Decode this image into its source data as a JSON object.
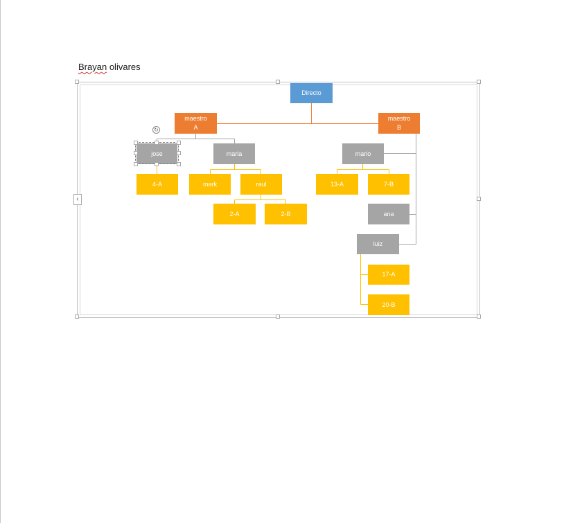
{
  "document": {
    "heading_text": "Brayan olivares"
  },
  "org_chart": {
    "root": "Directo",
    "maestro_a": [
      "maestro",
      "A"
    ],
    "maestro_b": [
      "maestro",
      "B"
    ],
    "jose": "jose",
    "jose_child": "4-A",
    "maria": "maria",
    "mark": "mark",
    "raul": "raul",
    "raul_child_1": "2-A",
    "raul_child_2": "2-B",
    "mario": "mario",
    "mario_child_1": "13-A",
    "mario_child_2": "7-B",
    "ana": "ana",
    "luiz": "luiz",
    "luiz_child_1": "17-A",
    "luiz_child_2": "20-B"
  },
  "colors": {
    "root": "#5b9bd5",
    "level1": "#ed7d31",
    "level2": "#a5a5a5",
    "level3": "#ffc000"
  }
}
